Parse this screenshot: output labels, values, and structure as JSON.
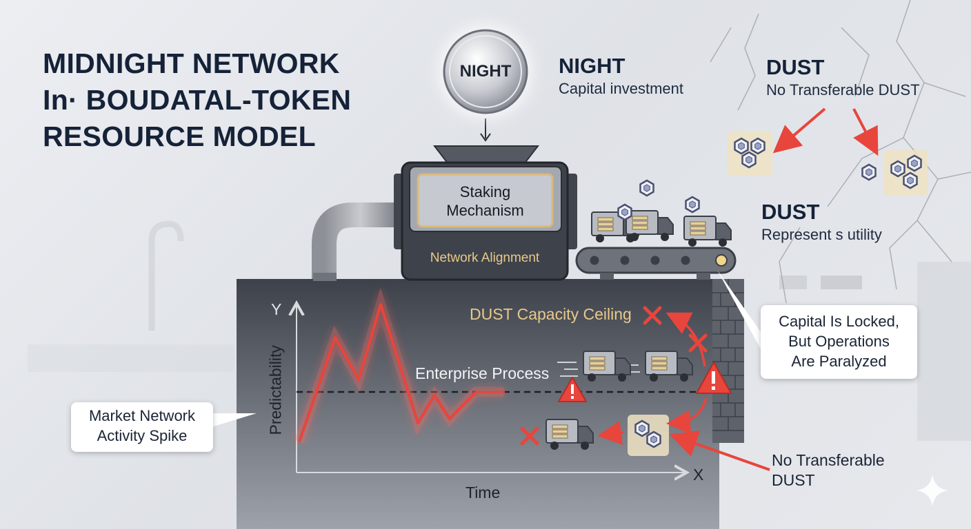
{
  "title": {
    "line1": "MIDNIGHT NETWORK",
    "line2": "In· BOUDATAL-TOKEN",
    "line3": "RESOURCE MODEL"
  },
  "coin": {
    "label": "NIGHT"
  },
  "night": {
    "heading": "NIGHT",
    "caption": "Capital investment"
  },
  "dust_top": {
    "heading": "DUST",
    "caption": "No Transferable DUST"
  },
  "dust_mid": {
    "heading": "DUST",
    "caption": "Represent s utility"
  },
  "machine": {
    "staking_line1": "Staking",
    "staking_line2": "Mechanism",
    "alignment": "Network Alignment"
  },
  "chart": {
    "y_axis": "Y",
    "x_axis": "X",
    "y_label": "Predictability",
    "x_label": "Time",
    "ceiling_label": "DUST Capacity Ceiling",
    "process_label": "Enterprise Process"
  },
  "callouts": {
    "market_line1": "Market Network",
    "market_line2": "Activity Spike",
    "locked_line1": "Capital Is Locked,",
    "locked_line2": "But Operations",
    "locked_line3": "Are Paralyzed",
    "no_transfer_line1": "No Transferable",
    "no_transfer_line2": "DUST"
  },
  "colors": {
    "navy": "#152238",
    "alert_red": "#e8453c",
    "gold": "#e8c98a",
    "panel": "#4a4e58"
  },
  "icons": [
    "night-coin-icon",
    "hexagon-token-icon",
    "truck-icon",
    "warning-icon",
    "x-mark-icon",
    "sparkle-icon"
  ]
}
